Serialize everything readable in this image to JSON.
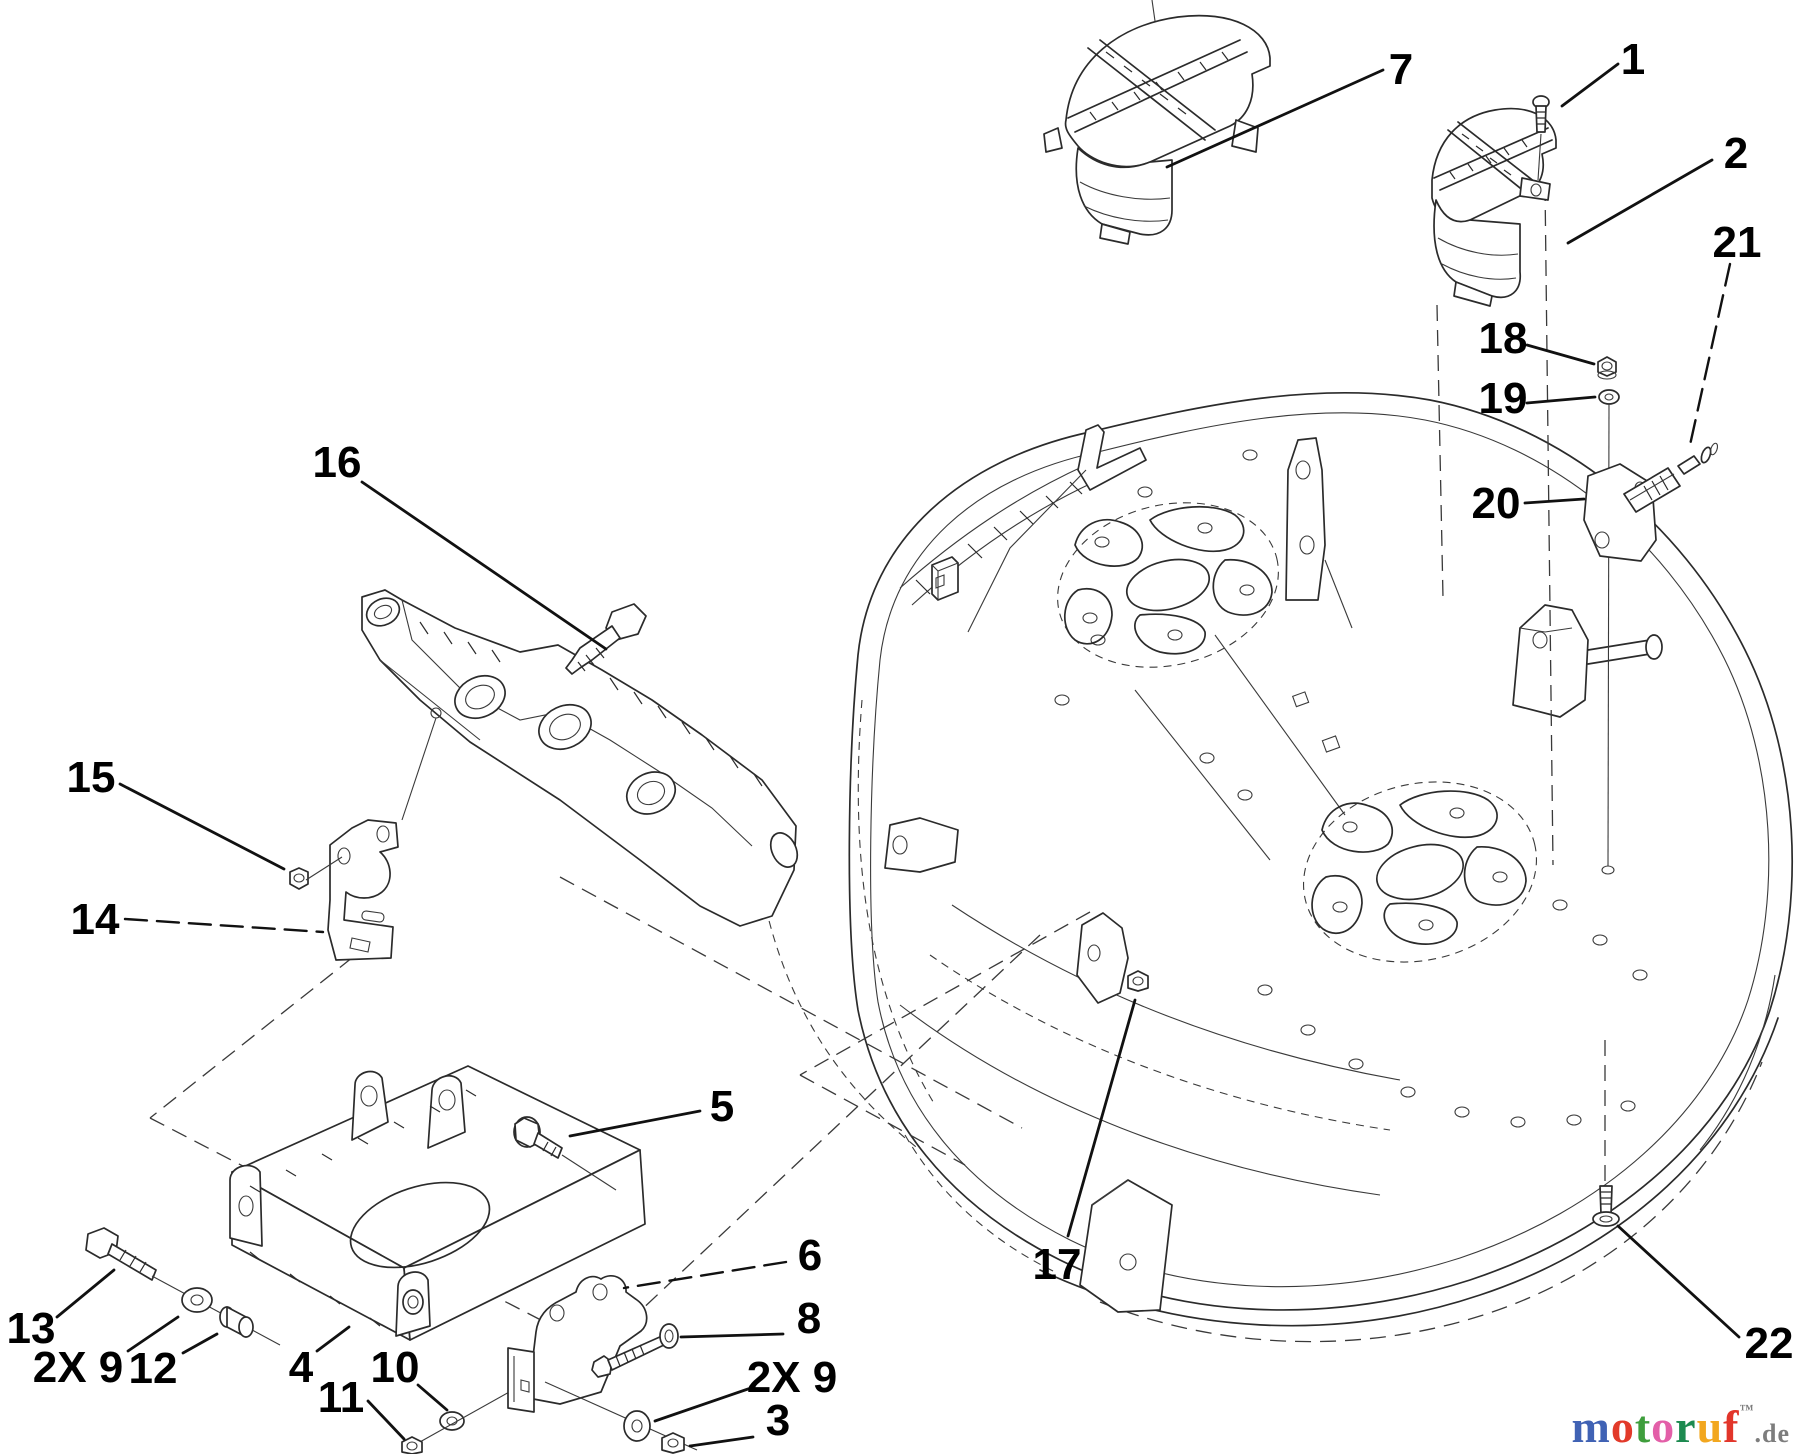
{
  "diagram": {
    "kind": "exploded-parts-diagram",
    "background": "#ffffff",
    "line_color": "#2b2b2b",
    "callouts": {
      "c1": "1",
      "c2": "2",
      "c3": "3",
      "c4": "4",
      "c5": "5",
      "c6": "6",
      "c7": "7",
      "c8": "8",
      "c9a": "2X 9",
      "c9b": "2X 9",
      "c10": "10",
      "c11": "11",
      "c12": "12",
      "c13": "13",
      "c14": "14",
      "c15": "15",
      "c16": "16",
      "c17": "17",
      "c18": "18",
      "c19": "19",
      "c20": "20",
      "c21": "21",
      "c22": "22"
    },
    "watermark": {
      "letters": [
        {
          "char": "m",
          "color": "#4062b4"
        },
        {
          "char": "o",
          "color": "#e23a2a"
        },
        {
          "char": "t",
          "color": "#3f9e3c"
        },
        {
          "char": "o",
          "color": "#e35fa8"
        },
        {
          "char": "r",
          "color": "#1d8a50"
        },
        {
          "char": "u",
          "color": "#f2a71f"
        },
        {
          "char": "f",
          "color": "#e2352a"
        }
      ],
      "trademark": "™",
      "suffix": ".de",
      "suffix_color": "#7d7d7d"
    }
  }
}
